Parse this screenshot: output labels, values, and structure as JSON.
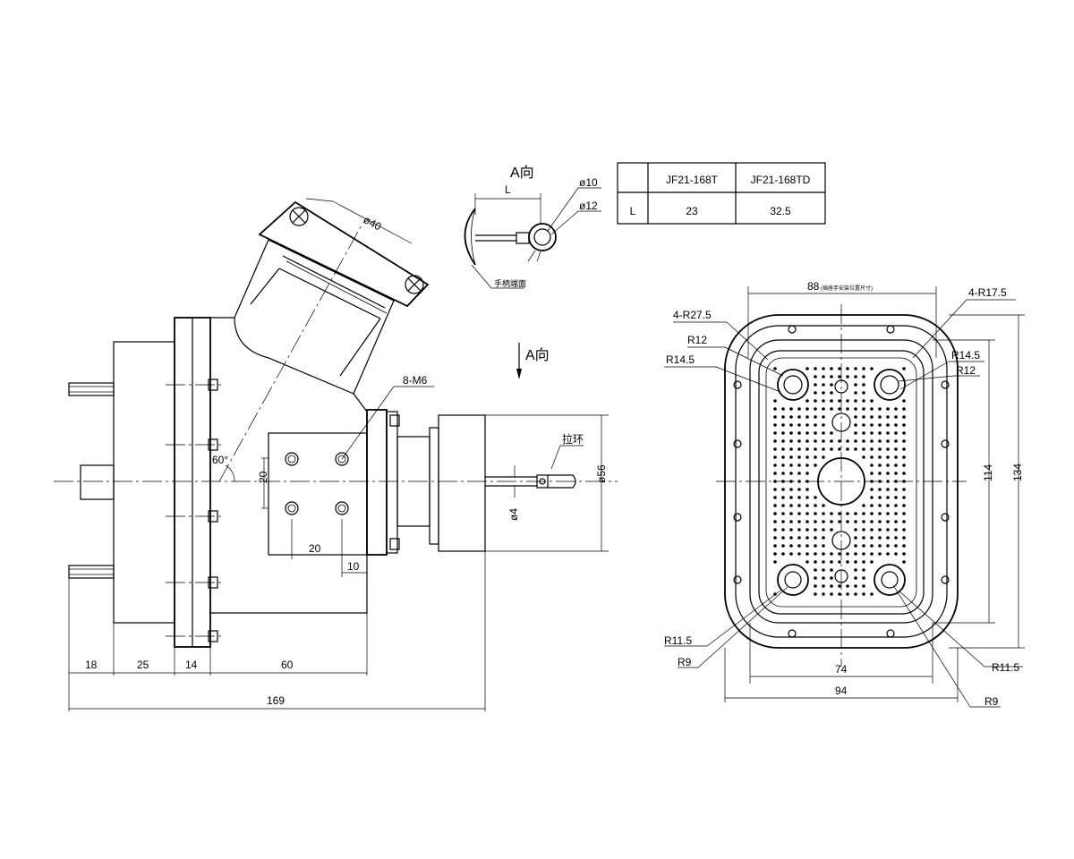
{
  "view_a": {
    "title": "A向",
    "dim_L": "L",
    "dia_outer": "ø10",
    "dia_inner": "ø12",
    "handle_label": "手柄端面"
  },
  "arrow_label": "A向",
  "table": {
    "headers": [
      "",
      "JF21-168T",
      "JF21-168TD"
    ],
    "row_label": "L",
    "values": [
      "23",
      "32.5"
    ]
  },
  "side_view": {
    "dia_40": "ø40",
    "angle": "60°",
    "bolt_label": "8-M6",
    "dim_20_v": "20",
    "dim_20_h": "20",
    "dim_10": "10",
    "dia_4": "ø4",
    "dia_56": "ø56",
    "pull_ring": "拉环",
    "bottom_dims": [
      "18",
      "25",
      "14",
      "60"
    ],
    "total": "169"
  },
  "front_view": {
    "dim_88": "88",
    "dim_88_note": "(插座手安装位置尺寸)",
    "r_4_175": "4-R17.5",
    "r_4_275": "4-R27.5",
    "r12_left": "R12",
    "r145_left": "R14.5",
    "r145_right": "R14.5",
    "r12_right": "R12",
    "r115_left": "R11.5",
    "r9_left": "R9",
    "r115_right": "R11.5",
    "r9_right": "R9",
    "dim_74": "74",
    "dim_94": "94",
    "dim_114": "114",
    "dim_134": "134"
  }
}
